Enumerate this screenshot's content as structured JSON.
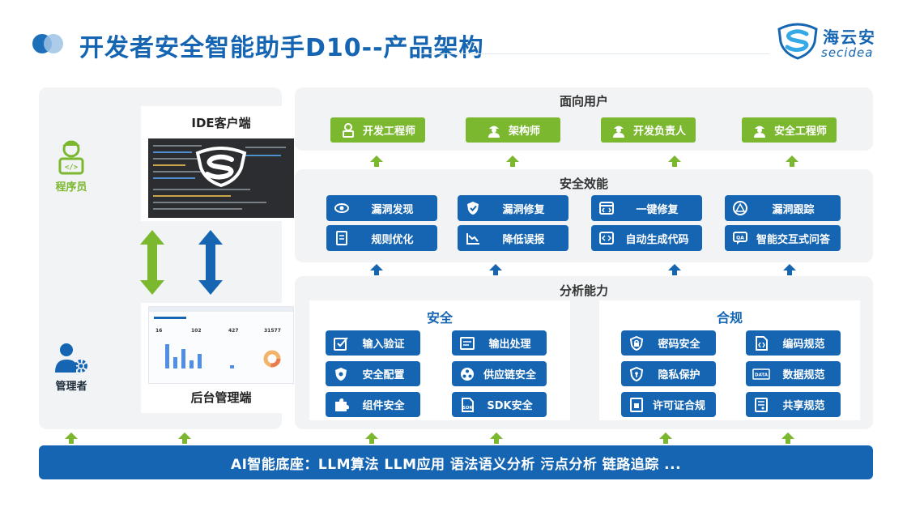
{
  "header": {
    "title": "开发者安全智能助手D10--产品架构",
    "logo_cn": "海云安",
    "logo_en": "secidea"
  },
  "left": {
    "role_programmer": "程序员",
    "role_admin": "管理者",
    "ide_label": "IDE客户端",
    "admin_label": "后台管理端",
    "dash_kpis": [
      "16",
      "102",
      "427",
      "31577"
    ]
  },
  "users": {
    "title": "面向用户",
    "items": [
      {
        "label": "开发工程师",
        "icon": "developer-icon"
      },
      {
        "label": "架构师",
        "icon": "architect-icon"
      },
      {
        "label": "开发负责人",
        "icon": "lead-icon"
      },
      {
        "label": "安全工程师",
        "icon": "security-engineer-icon"
      }
    ]
  },
  "efficiency": {
    "title": "安全效能",
    "items": [
      {
        "label": "漏洞发现",
        "icon": "eye-icon"
      },
      {
        "label": "漏洞修复",
        "icon": "shield-check-icon"
      },
      {
        "label": "一键修复",
        "icon": "code-window-icon"
      },
      {
        "label": "漏洞跟踪",
        "icon": "warning-icon"
      },
      {
        "label": "规则优化",
        "icon": "document-icon"
      },
      {
        "label": "降低误报",
        "icon": "trend-down-icon"
      },
      {
        "label": "自动生成代码",
        "icon": "code-icon"
      },
      {
        "label": "智能交互式问答",
        "icon": "qa-chat-icon"
      }
    ]
  },
  "analysis": {
    "title": "分析能力",
    "security": {
      "title": "安全",
      "items": [
        {
          "label": "输入验证",
          "icon": "checkbox-icon"
        },
        {
          "label": "输出处理",
          "icon": "output-icon"
        },
        {
          "label": "安全配置",
          "icon": "shield-gear-icon"
        },
        {
          "label": "供应链安全",
          "icon": "supply-chain-icon"
        },
        {
          "label": "组件安全",
          "icon": "puzzle-icon"
        },
        {
          "label": "SDK安全",
          "icon": "sdk-file-icon"
        }
      ]
    },
    "compliance": {
      "title": "合规",
      "items": [
        {
          "label": "密码安全",
          "icon": "lock-shield-icon"
        },
        {
          "label": "编码规范",
          "icon": "code-doc-icon"
        },
        {
          "label": "隐私保护",
          "icon": "privacy-shield-icon"
        },
        {
          "label": "数据规范",
          "icon": "data-icon"
        },
        {
          "label": "许可证合规",
          "icon": "license-icon"
        },
        {
          "label": "共享规范",
          "icon": "share-doc-icon"
        }
      ]
    }
  },
  "base": {
    "label": "AI智能底座：LLM算法 LLM应用 语法语义分析 污点分析 链路追踪 ..."
  },
  "colors": {
    "blue": "#1565b3",
    "green": "#7cb82f",
    "panel": "#f1f3f5"
  }
}
